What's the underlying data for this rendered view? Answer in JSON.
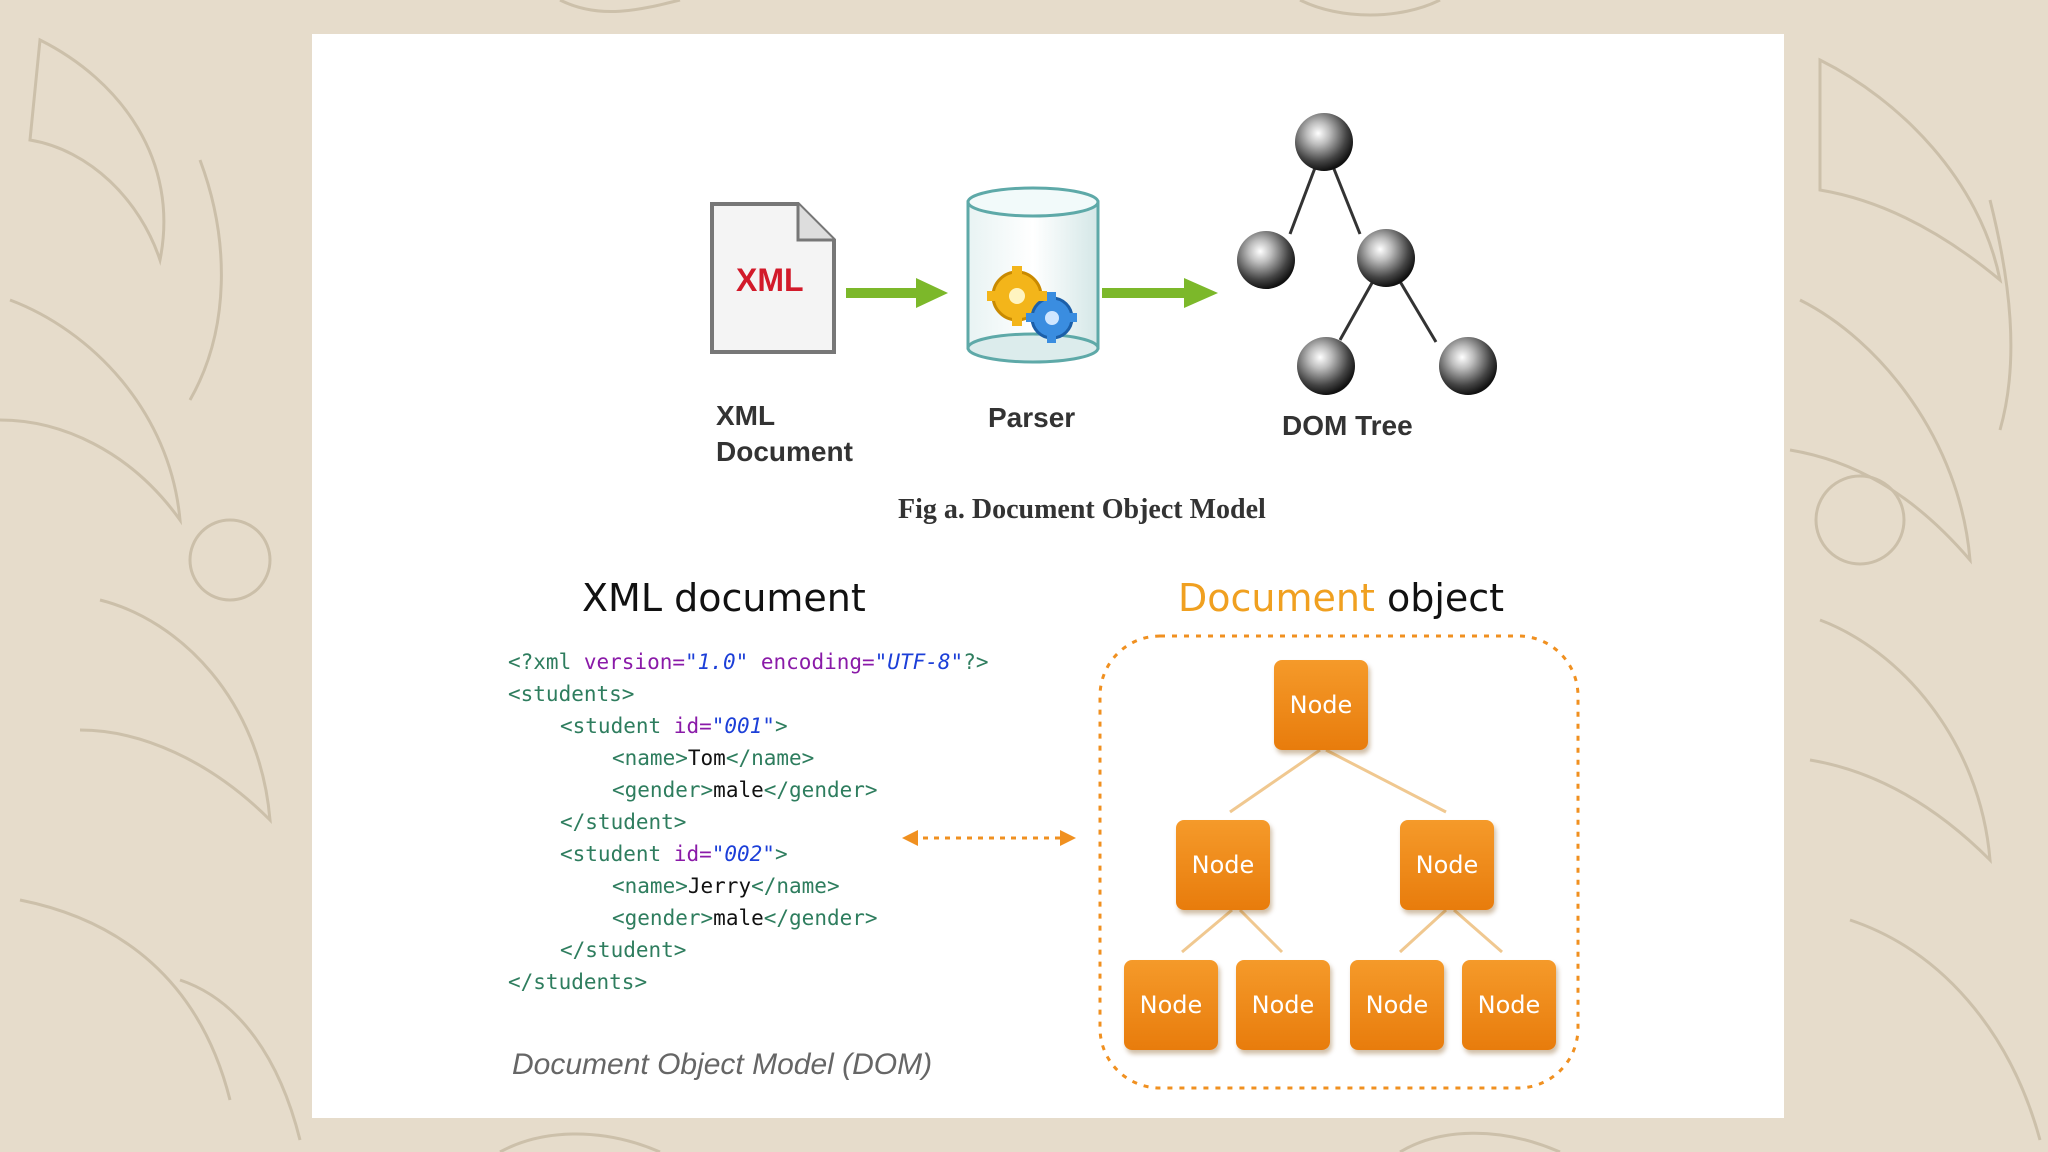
{
  "top_figure": {
    "file_icon_text": "XML",
    "labels": {
      "xml_document_line1": "XML",
      "xml_document_line2": "Document",
      "parser": "Parser",
      "dom_tree": "DOM Tree"
    },
    "caption": "Fig a. Document Object Model"
  },
  "bottom_figure": {
    "left_heading": "XML document",
    "right_heading_accent": "Document",
    "right_heading_rest": " object",
    "caption": "Document Object Model (DOM)",
    "node_label": "Node",
    "code_lines": [
      "<?xml version=\"1.0\" encoding=\"UTF-8\"?>",
      "<students>",
      "<student id=\"001\">",
      "<name>Tom</name>",
      "<gender>male</gender>",
      "</student>",
      "<student id=\"002\">",
      "<name>Jerry</name>",
      "<gender>male</gender>",
      "</student>",
      "</students>"
    ]
  },
  "colors": {
    "background": "#e6dccb",
    "arrow_green": "#7cb82a",
    "node_orange": "#ef8b18",
    "accent_orange": "#f0a020",
    "xml_red": "#d21a2a"
  }
}
